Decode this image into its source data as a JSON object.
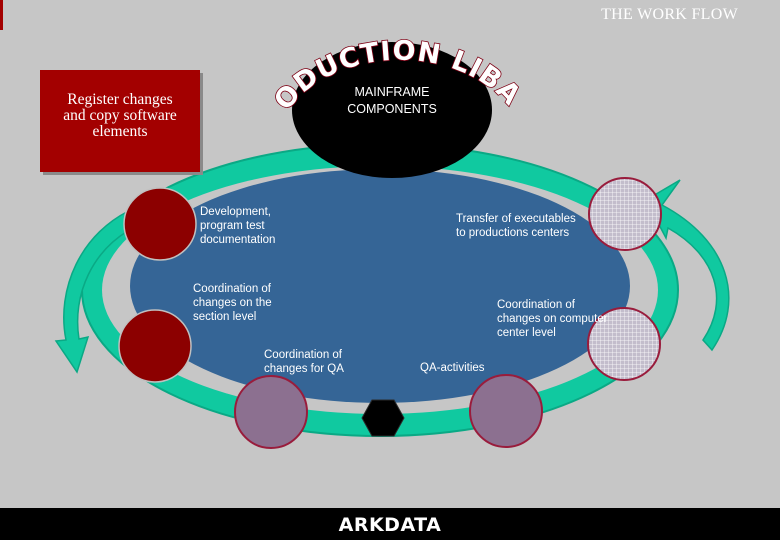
{
  "slide": {
    "title": "THE WORK FLOW",
    "register_box": "Register changes\nand copy software\nelements",
    "arc_text": "PRODUCTION LIBARY",
    "mainframe": "MAINFRAME\nCOMPONENTS",
    "labels": {
      "development": "Development,\nprogram test\ndocumentation",
      "transfer": "Transfer of executables\nto productions centers",
      "coord_section": "Coordination of\nchanges on  the\nsection level",
      "coord_computer": "Coordination of\nchanges on computer\ncenter level",
      "coord_qa": "Coordination of\nchanges for QA",
      "qa_activities": "QA-activities"
    },
    "brand": "ARKDATA"
  },
  "colors": {
    "background": "#c6c6c6",
    "ellipse": "#356596",
    "ring": "#10c9a0",
    "dark_red": "#8c0000",
    "box_red": "#a30000",
    "purple": "#8c7090",
    "grid_fill": "#c3bdcc",
    "outline": "#991c3c"
  }
}
